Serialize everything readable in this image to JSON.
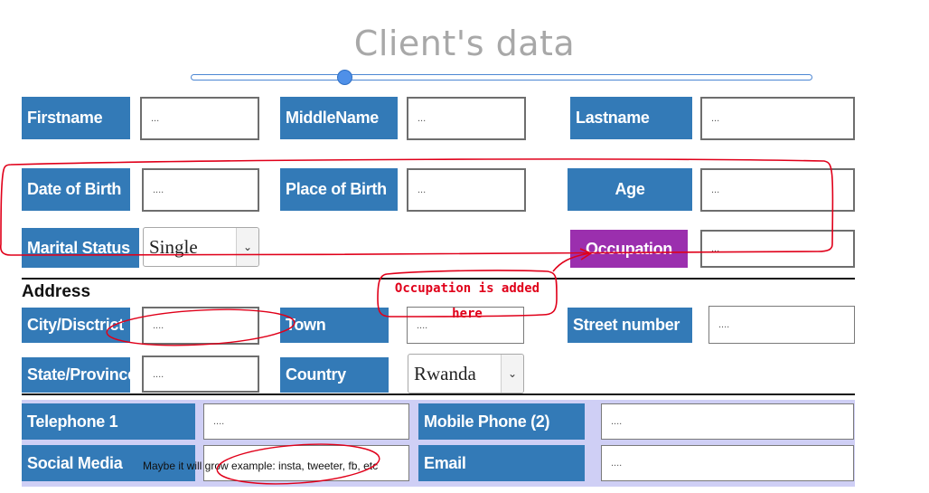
{
  "page": {
    "title": "Client's data"
  },
  "slider": {
    "value_fraction": 0.25
  },
  "personal": {
    "firstname_label": "Firstname",
    "firstname_value": "...",
    "middlename_label": "MiddleName",
    "middlename_value": "...",
    "lastname_label": "Lastname",
    "lastname_value": "...",
    "dob_label": "Date of Birth",
    "dob_value": "....",
    "pob_label": "Place of Birth",
    "pob_value": "...",
    "age_label": "Age",
    "age_value": "...",
    "marital_label": "Marital Status",
    "marital_value": "Single",
    "occupation_label": "Occupation",
    "occupation_value": "..."
  },
  "address": {
    "section_label": "Address",
    "city_label": "City/Disctrict",
    "city_value": "....",
    "town_label": "Town",
    "town_value": "....",
    "street_label": "Street number",
    "street_value": "....",
    "state_label": "State/Province",
    "state_value": "....",
    "country_label": "Country",
    "country_value": "Rwanda"
  },
  "contact": {
    "telephone_label": "Telephone 1",
    "telephone_value": "....",
    "mobile_label": "Mobile Phone (2)",
    "mobile_value": "....",
    "social_label": "Social Media",
    "social_note": "Maybe it will grow example: insta, tweeter, fb, etc",
    "email_label": "Email",
    "email_value": "...."
  },
  "annotation": {
    "line1": "Occupation is added",
    "line2": "here"
  },
  "colors": {
    "label_blue": "#337ab7",
    "occupation_purple": "#9b2fae",
    "annotation_red": "#e0001a",
    "contact_bg": "#cfcff5"
  },
  "icons": {
    "select_arrow": "chevron-down-icon"
  }
}
